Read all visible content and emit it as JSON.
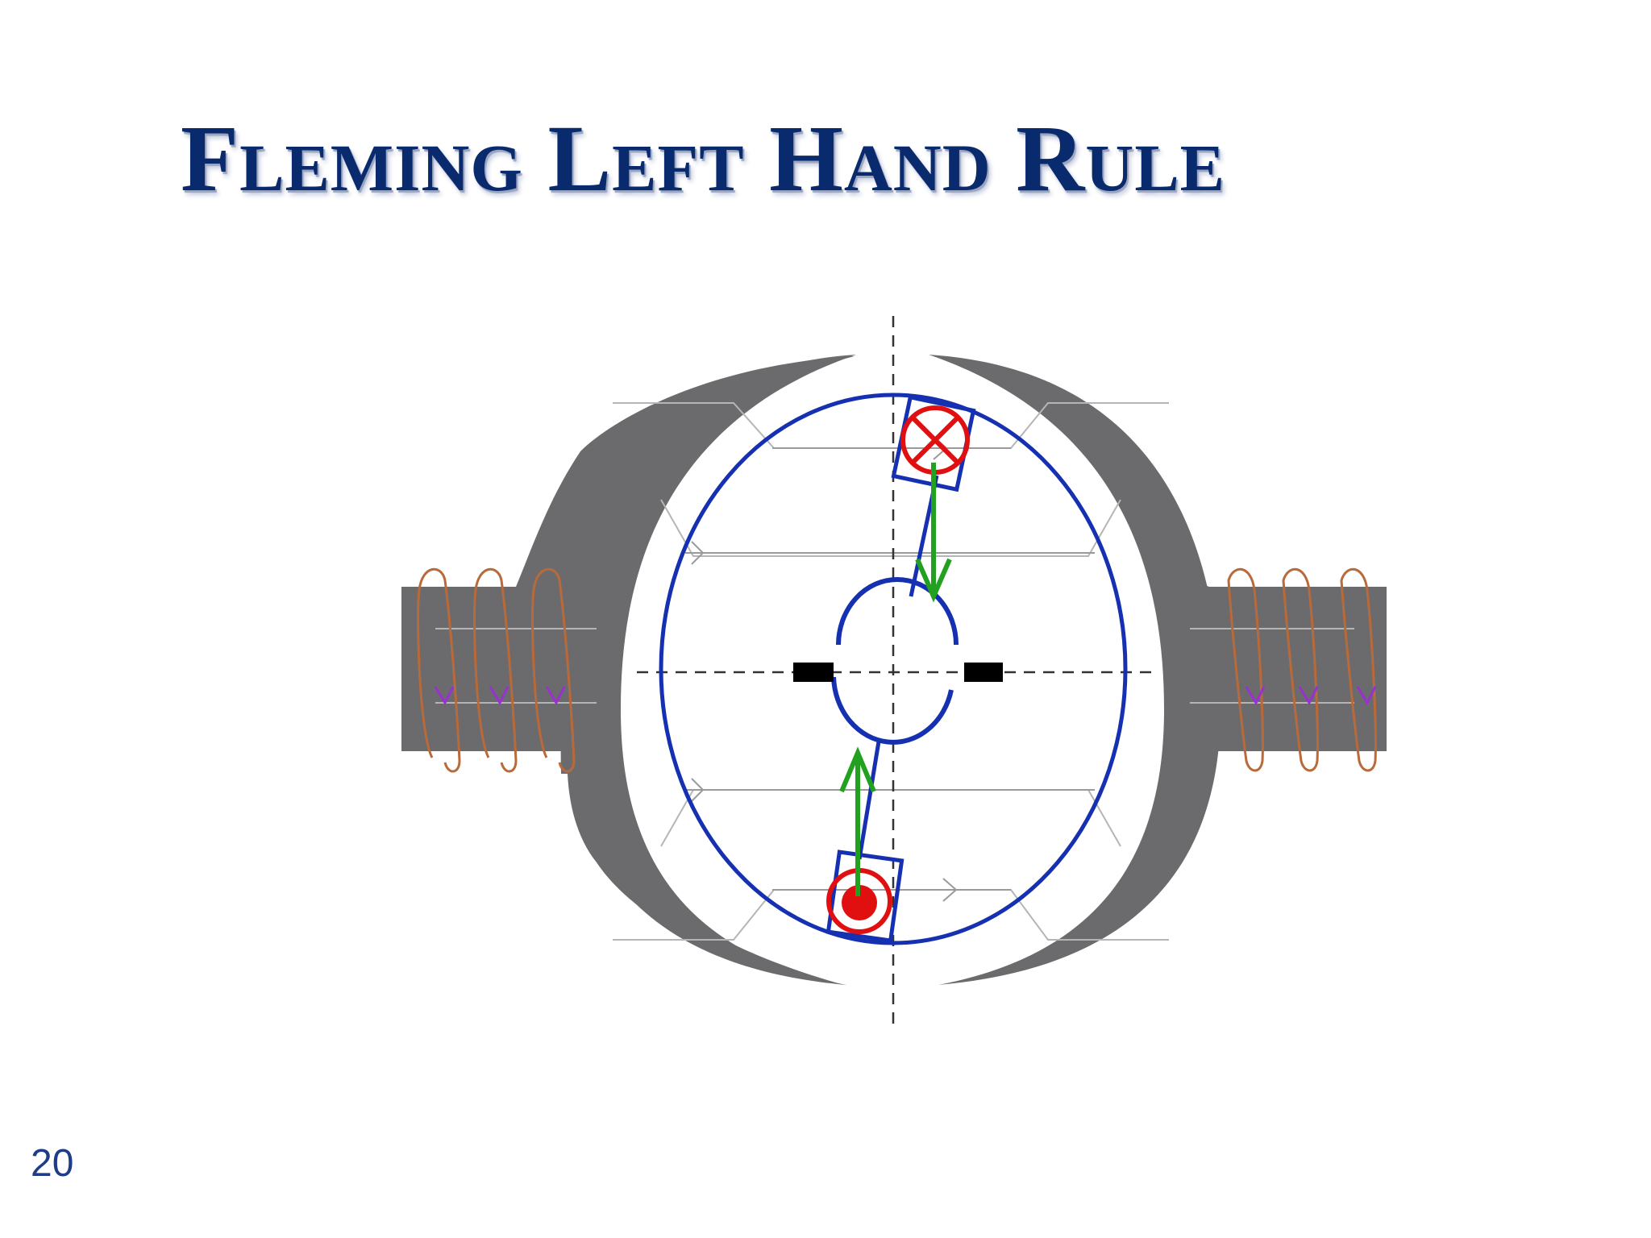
{
  "slide": {
    "title": "Fleming Left Hand Rule",
    "page_number": "20"
  },
  "diagram": {
    "components": [
      "field-magnet-north-pole",
      "field-magnet-south-pole",
      "field-coil-windings",
      "armature-coil",
      "commutator",
      "carbon-brushes",
      "conductor-current-into-page",
      "conductor-current-out-of-page",
      "force-arrows",
      "magnetic-field-lines"
    ],
    "colors": {
      "pole_body": "#6b6b6d",
      "armature": "#1530b0",
      "conductor": "#e01010",
      "force_arrow": "#22a020",
      "field_line": "#9a9a9a",
      "coil_winding": "#b86a3a",
      "winding_arrow": "#9a30d0",
      "brush": "#000000",
      "title_text": "#0a2a6e",
      "page_number_text": "#1f3c88"
    },
    "icons": {
      "current_into_page": "cross-in-circle-icon",
      "current_out_of_page": "dot-in-circle-icon"
    }
  }
}
